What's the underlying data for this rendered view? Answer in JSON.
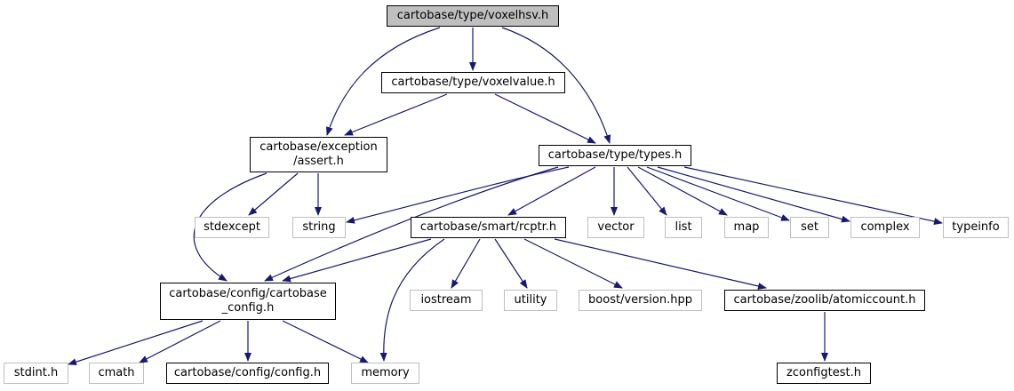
{
  "colors": {
    "edge": "#191970",
    "node_border": "#000000",
    "external_border": "#bfbfbf",
    "root_fill": "#bfbfbf"
  },
  "nodes": {
    "voxelhsv": {
      "label": "cartobase/type/voxelhsv.h"
    },
    "voxelvalue": {
      "label": "cartobase/type/voxelvalue.h"
    },
    "assert": {
      "label": "cartobase/exception\n/assert.h"
    },
    "types": {
      "label": "cartobase/type/types.h"
    },
    "stdexcept": {
      "label": "stdexcept"
    },
    "string": {
      "label": "string"
    },
    "rcptr": {
      "label": "cartobase/smart/rcptr.h"
    },
    "vector": {
      "label": "vector"
    },
    "list": {
      "label": "list"
    },
    "map": {
      "label": "map"
    },
    "set": {
      "label": "set"
    },
    "complex": {
      "label": "complex"
    },
    "typeinfo": {
      "label": "typeinfo"
    },
    "cartobase_config": {
      "label": "cartobase/config/cartobase\n_config.h"
    },
    "iostream": {
      "label": "iostream"
    },
    "utility": {
      "label": "utility"
    },
    "boost_version": {
      "label": "boost/version.hpp"
    },
    "atomiccount": {
      "label": "cartobase/zoolib/atomiccount.h"
    },
    "stdint": {
      "label": "stdint.h"
    },
    "cmath": {
      "label": "cmath"
    },
    "config": {
      "label": "cartobase/config/config.h"
    },
    "memory": {
      "label": "memory"
    },
    "zconfigtest": {
      "label": "zconfigtest.h"
    }
  }
}
